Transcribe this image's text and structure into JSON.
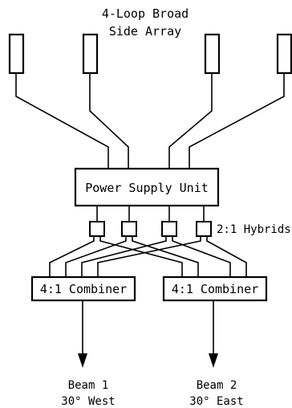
{
  "title": {
    "line1": "4-Loop Broad",
    "line2": "Side Array"
  },
  "power_supply": {
    "label": "Power Supply Unit"
  },
  "hybrids": {
    "label": "2:1 Hybrids"
  },
  "combiners": [
    {
      "label": "4:1 Combiner"
    },
    {
      "label": "4:1 Combiner"
    }
  ],
  "beams": [
    {
      "name": "Beam 1",
      "direction": "30° West"
    },
    {
      "name": "Beam 2",
      "direction": "30° East"
    }
  ]
}
